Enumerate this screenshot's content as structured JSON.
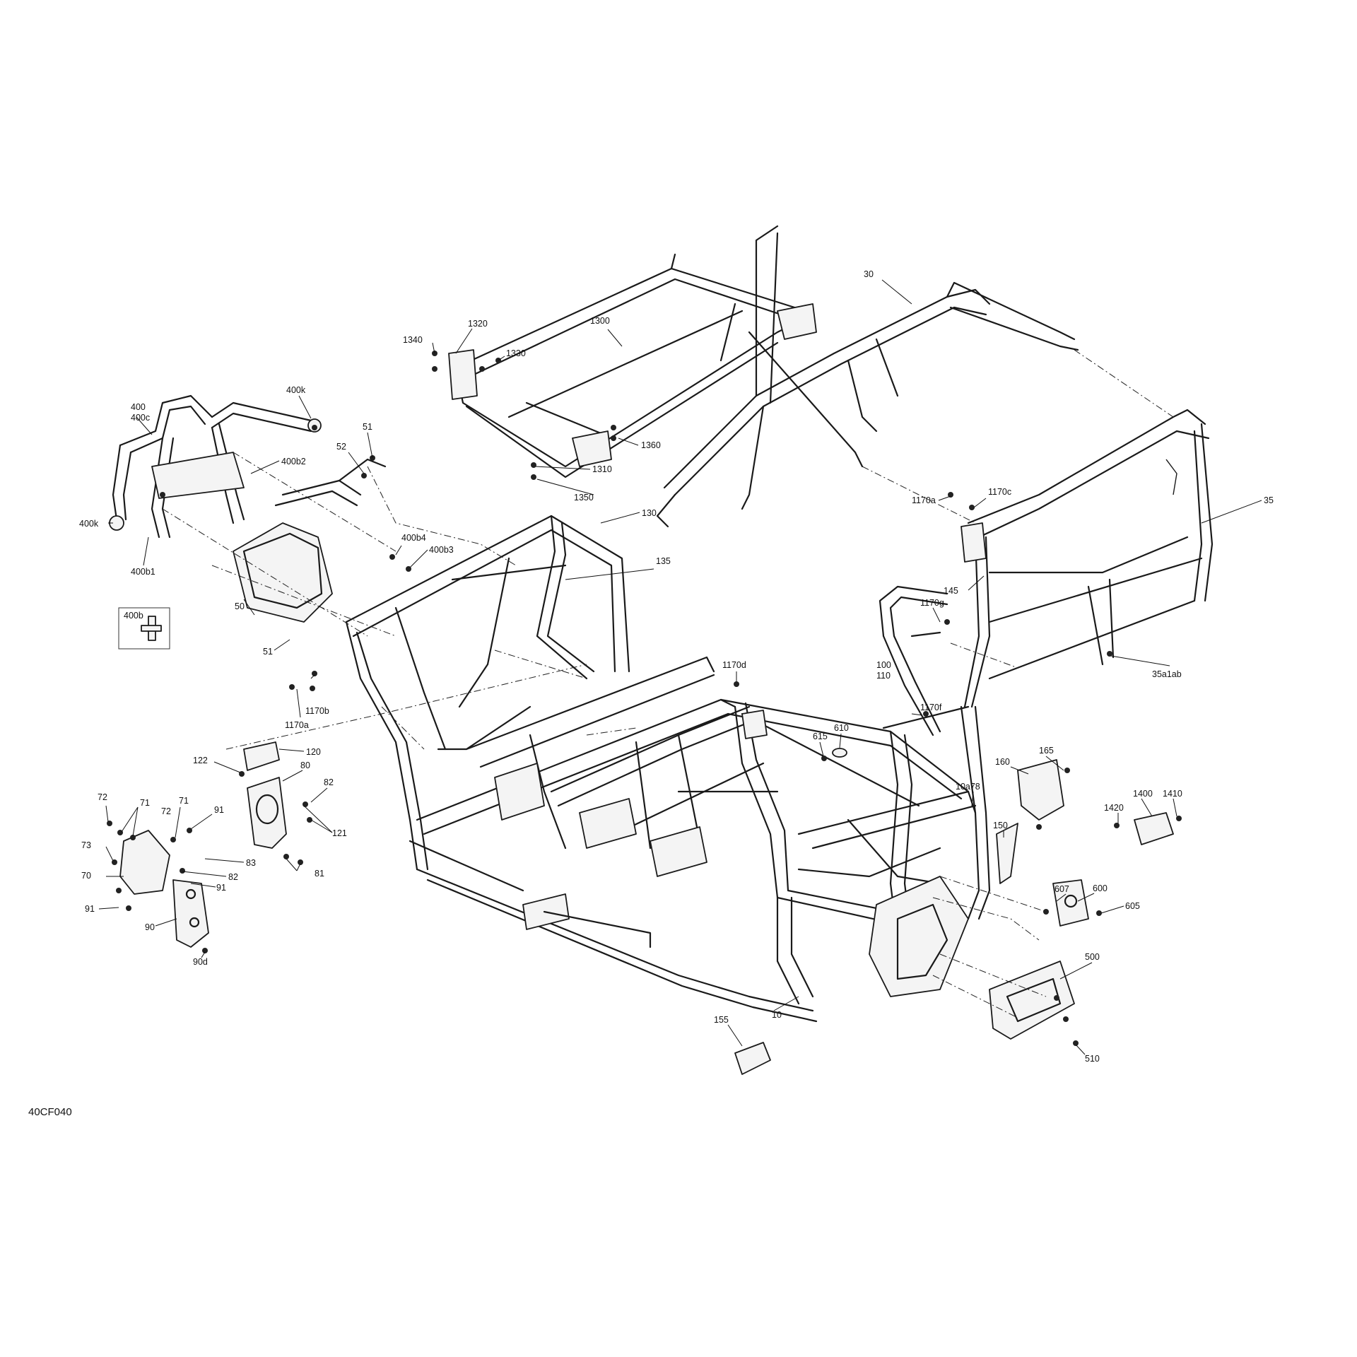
{
  "figure_code": "40CF040",
  "inset": {
    "label": "400b"
  },
  "callouts": [
    {
      "id": "c30",
      "text": "30"
    },
    {
      "id": "c35",
      "text": "35"
    },
    {
      "id": "c35a1ab",
      "text": "35a1ab"
    },
    {
      "id": "c1300",
      "text": "1300"
    },
    {
      "id": "c1320",
      "text": "1320"
    },
    {
      "id": "c1340",
      "text": "1340"
    },
    {
      "id": "c1330",
      "text": "1330"
    },
    {
      "id": "c1360",
      "text": "1360"
    },
    {
      "id": "c1310",
      "text": "1310"
    },
    {
      "id": "c1350",
      "text": "1350"
    },
    {
      "id": "c400k_top",
      "text": "400k"
    },
    {
      "id": "c400",
      "text": "400"
    },
    {
      "id": "c400c",
      "text": "400c"
    },
    {
      "id": "c400k_left",
      "text": "400k"
    },
    {
      "id": "c400b2",
      "text": "400b2"
    },
    {
      "id": "c400b1",
      "text": "400b1"
    },
    {
      "id": "c400b4",
      "text": "400b4"
    },
    {
      "id": "c400b3",
      "text": "400b3"
    },
    {
      "id": "c51_top",
      "text": "51"
    },
    {
      "id": "c52",
      "text": "52"
    },
    {
      "id": "c50",
      "text": "50"
    },
    {
      "id": "c51_bot",
      "text": "51"
    },
    {
      "id": "c1170a_left",
      "text": "1170a"
    },
    {
      "id": "c1170b",
      "text": "1170b"
    },
    {
      "id": "c130",
      "text": "130"
    },
    {
      "id": "c135",
      "text": "135"
    },
    {
      "id": "c1170c",
      "text": "1170c"
    },
    {
      "id": "c1170a_right",
      "text": "1170a"
    },
    {
      "id": "c145",
      "text": "145"
    },
    {
      "id": "c1170g",
      "text": "1170g"
    },
    {
      "id": "c100",
      "text": "100"
    },
    {
      "id": "c110",
      "text": "110"
    },
    {
      "id": "c1170f",
      "text": "1170f"
    },
    {
      "id": "c1170d",
      "text": "1170d"
    },
    {
      "id": "c615",
      "text": "615"
    },
    {
      "id": "c610",
      "text": "610"
    },
    {
      "id": "c165",
      "text": "165"
    },
    {
      "id": "c160",
      "text": "160"
    },
    {
      "id": "c10a78",
      "text": "10a78"
    },
    {
      "id": "c150",
      "text": "150"
    },
    {
      "id": "c1420",
      "text": "1420"
    },
    {
      "id": "c1400",
      "text": "1400"
    },
    {
      "id": "c1410",
      "text": "1410"
    },
    {
      "id": "c607",
      "text": "607"
    },
    {
      "id": "c600",
      "text": "600"
    },
    {
      "id": "c605",
      "text": "605"
    },
    {
      "id": "c500",
      "text": "500"
    },
    {
      "id": "c510",
      "text": "510"
    },
    {
      "id": "c10",
      "text": "10"
    },
    {
      "id": "c155",
      "text": "155"
    },
    {
      "id": "c122",
      "text": "122"
    },
    {
      "id": "c120",
      "text": "120"
    },
    {
      "id": "c80",
      "text": "80"
    },
    {
      "id": "c82_top",
      "text": "82"
    },
    {
      "id": "c121",
      "text": "121"
    },
    {
      "id": "c83",
      "text": "83"
    },
    {
      "id": "c81",
      "text": "81"
    },
    {
      "id": "c72_a",
      "text": "72"
    },
    {
      "id": "c71_a",
      "text": "71"
    },
    {
      "id": "c71_b",
      "text": "71"
    },
    {
      "id": "c72_b",
      "text": "72"
    },
    {
      "id": "c91_top",
      "text": "91"
    },
    {
      "id": "c73",
      "text": "73"
    },
    {
      "id": "c70",
      "text": "70"
    },
    {
      "id": "c82_bot",
      "text": "82"
    },
    {
      "id": "c91_mid",
      "text": "91"
    },
    {
      "id": "c91_left",
      "text": "91"
    },
    {
      "id": "c90",
      "text": "90"
    },
    {
      "id": "c90d",
      "text": "90d"
    }
  ]
}
